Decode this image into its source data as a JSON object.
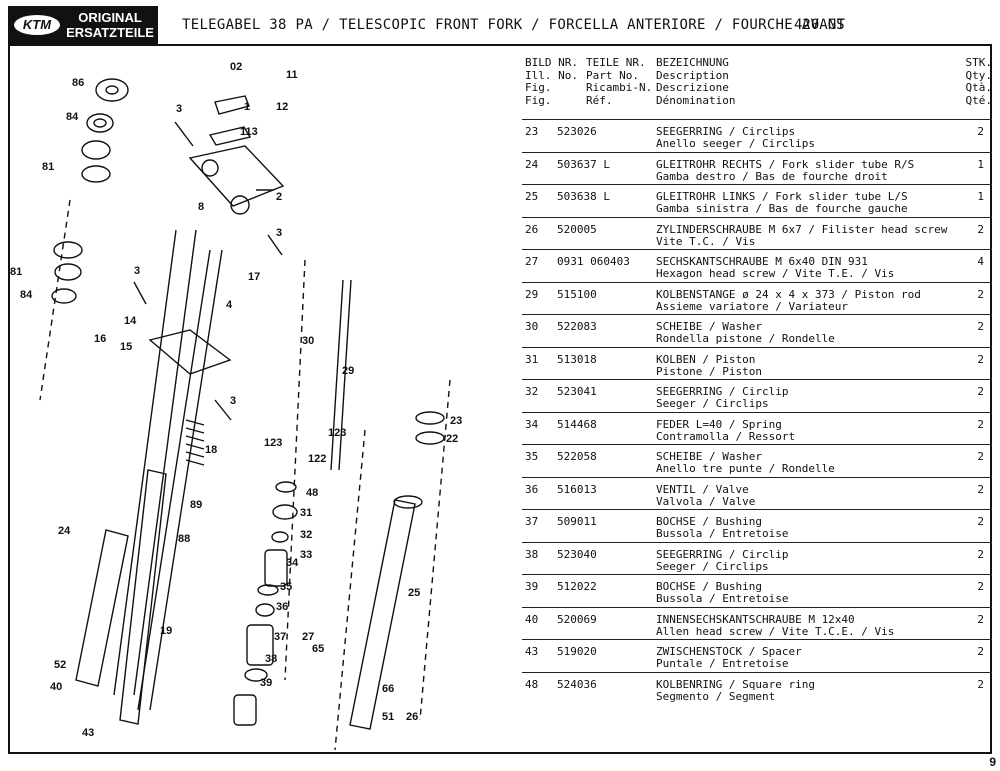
{
  "logo": {
    "mark": "KTM",
    "line1": "ORIGINAL",
    "line2": "ERSATZTEILE"
  },
  "title": "TELEGABEL 38 PA / TELESCOPIC FRONT FORK / FORCELLA ANTERIORE / FOURCHE AVANT",
  "model": "420 GS",
  "page_number": "9",
  "headers": {
    "col1": [
      "BILD NR.",
      "Ill. No.",
      "Fig.",
      "Fig."
    ],
    "col2": [
      "TEILE NR.",
      "Part No.",
      "Ricambi-N.",
      "Réf."
    ],
    "col3": [
      "BEZEICHNUNG",
      "Description",
      "Descrizione",
      "Dénomination"
    ],
    "col4": [
      "STK.",
      "Qty.",
      "Qtà.",
      "Qté."
    ]
  },
  "rows": [
    {
      "fig": "23",
      "part": "523026",
      "desc1": "SEEGERRING / Circlips",
      "desc2": "Anello seeger / Circlips",
      "qty": "2"
    },
    {
      "fig": "24",
      "part": "503637 L",
      "desc1": "GLEITROHR RECHTS / Fork slider tube R/S",
      "desc2": "Gamba destro / Bas de fourche droit",
      "qty": "1"
    },
    {
      "fig": "25",
      "part": "503638 L",
      "desc1": "GLEITROHR LINKS / Fork slider tube L/S",
      "desc2": "Gamba sinistra / Bas de fourche gauche",
      "qty": "1"
    },
    {
      "fig": "26",
      "part": "520005",
      "desc1": "ZYLINDERSCHRAUBE M 6x7 / Filister head screw",
      "desc2": "Vite T.C. / Vis",
      "qty": "2"
    },
    {
      "fig": "27",
      "part": "0931 060403",
      "desc1": "SECHSKANTSCHRAUBE M 6x40 DIN 931",
      "desc2": "Hexagon head screw / Vite T.E. / Vis",
      "qty": "4"
    },
    {
      "fig": "29",
      "part": "515100",
      "desc1": "KOLBENSTANGE ø 24 x 4 x 373 / Piston rod",
      "desc2": "Assieme variatore / Variateur",
      "qty": "2"
    },
    {
      "fig": "30",
      "part": "522083",
      "desc1": "SCHEIBE / Washer",
      "desc2": "Rondella pistone / Rondelle",
      "qty": "2"
    },
    {
      "fig": "31",
      "part": "513018",
      "desc1": "KOLBEN / Piston",
      "desc2": "Pistone / Piston",
      "qty": "2"
    },
    {
      "fig": "32",
      "part": "523041",
      "desc1": "SEEGERRING / Circlip",
      "desc2": "Seeger / Circlips",
      "qty": "2"
    },
    {
      "fig": "34",
      "part": "514468",
      "desc1": "FEDER L=40 / Spring",
      "desc2": "Contramolla / Ressort",
      "qty": "2"
    },
    {
      "fig": "35",
      "part": "522058",
      "desc1": "SCHEIBE / Washer",
      "desc2": "Anello tre punte / Rondelle",
      "qty": "2"
    },
    {
      "fig": "36",
      "part": "516013",
      "desc1": "VENTIL / Valve",
      "desc2": "Valvola / Valve",
      "qty": "2"
    },
    {
      "fig": "37",
      "part": "509011",
      "desc1": "BOCHSE / Bushing",
      "desc2": "Bussola / Entretoise",
      "qty": "2"
    },
    {
      "fig": "38",
      "part": "523040",
      "desc1": "SEEGERRING / Circlip",
      "desc2": "Seeger / Circlips",
      "qty": "2"
    },
    {
      "fig": "39",
      "part": "512022",
      "desc1": "BOCHSE / Bushing",
      "desc2": "Bussola / Entretoise",
      "qty": "2"
    },
    {
      "fig": "40",
      "part": "520069",
      "desc1": "INNENSECHSKANTSCHRAUBE M 12x40",
      "desc2": "Allen head screw / Vite T.C.E. / Vis",
      "qty": "2"
    },
    {
      "fig": "43",
      "part": "519020",
      "desc1": "ZWISCHENSTOCK / Spacer",
      "desc2": "Puntale / Entretoise",
      "qty": "2"
    },
    {
      "fig": "48",
      "part": "524036",
      "desc1": "KOLBENRING / Square ring",
      "desc2": "Segmento / Segment",
      "qty": "2"
    }
  ],
  "callouts": [
    "86",
    "84",
    "81",
    "81",
    "84",
    "3",
    "02",
    "1",
    "113",
    "11",
    "12",
    "8",
    "2",
    "3",
    "3",
    "17",
    "4",
    "14",
    "16",
    "15",
    "30",
    "29",
    "3",
    "18",
    "123",
    "123",
    "122",
    "23",
    "22",
    "48",
    "31",
    "32",
    "33",
    "34",
    "35",
    "36",
    "27",
    "65",
    "37",
    "38",
    "39",
    "89",
    "88",
    "24",
    "19",
    "25",
    "66",
    "51",
    "26",
    "52",
    "40",
    "43"
  ]
}
